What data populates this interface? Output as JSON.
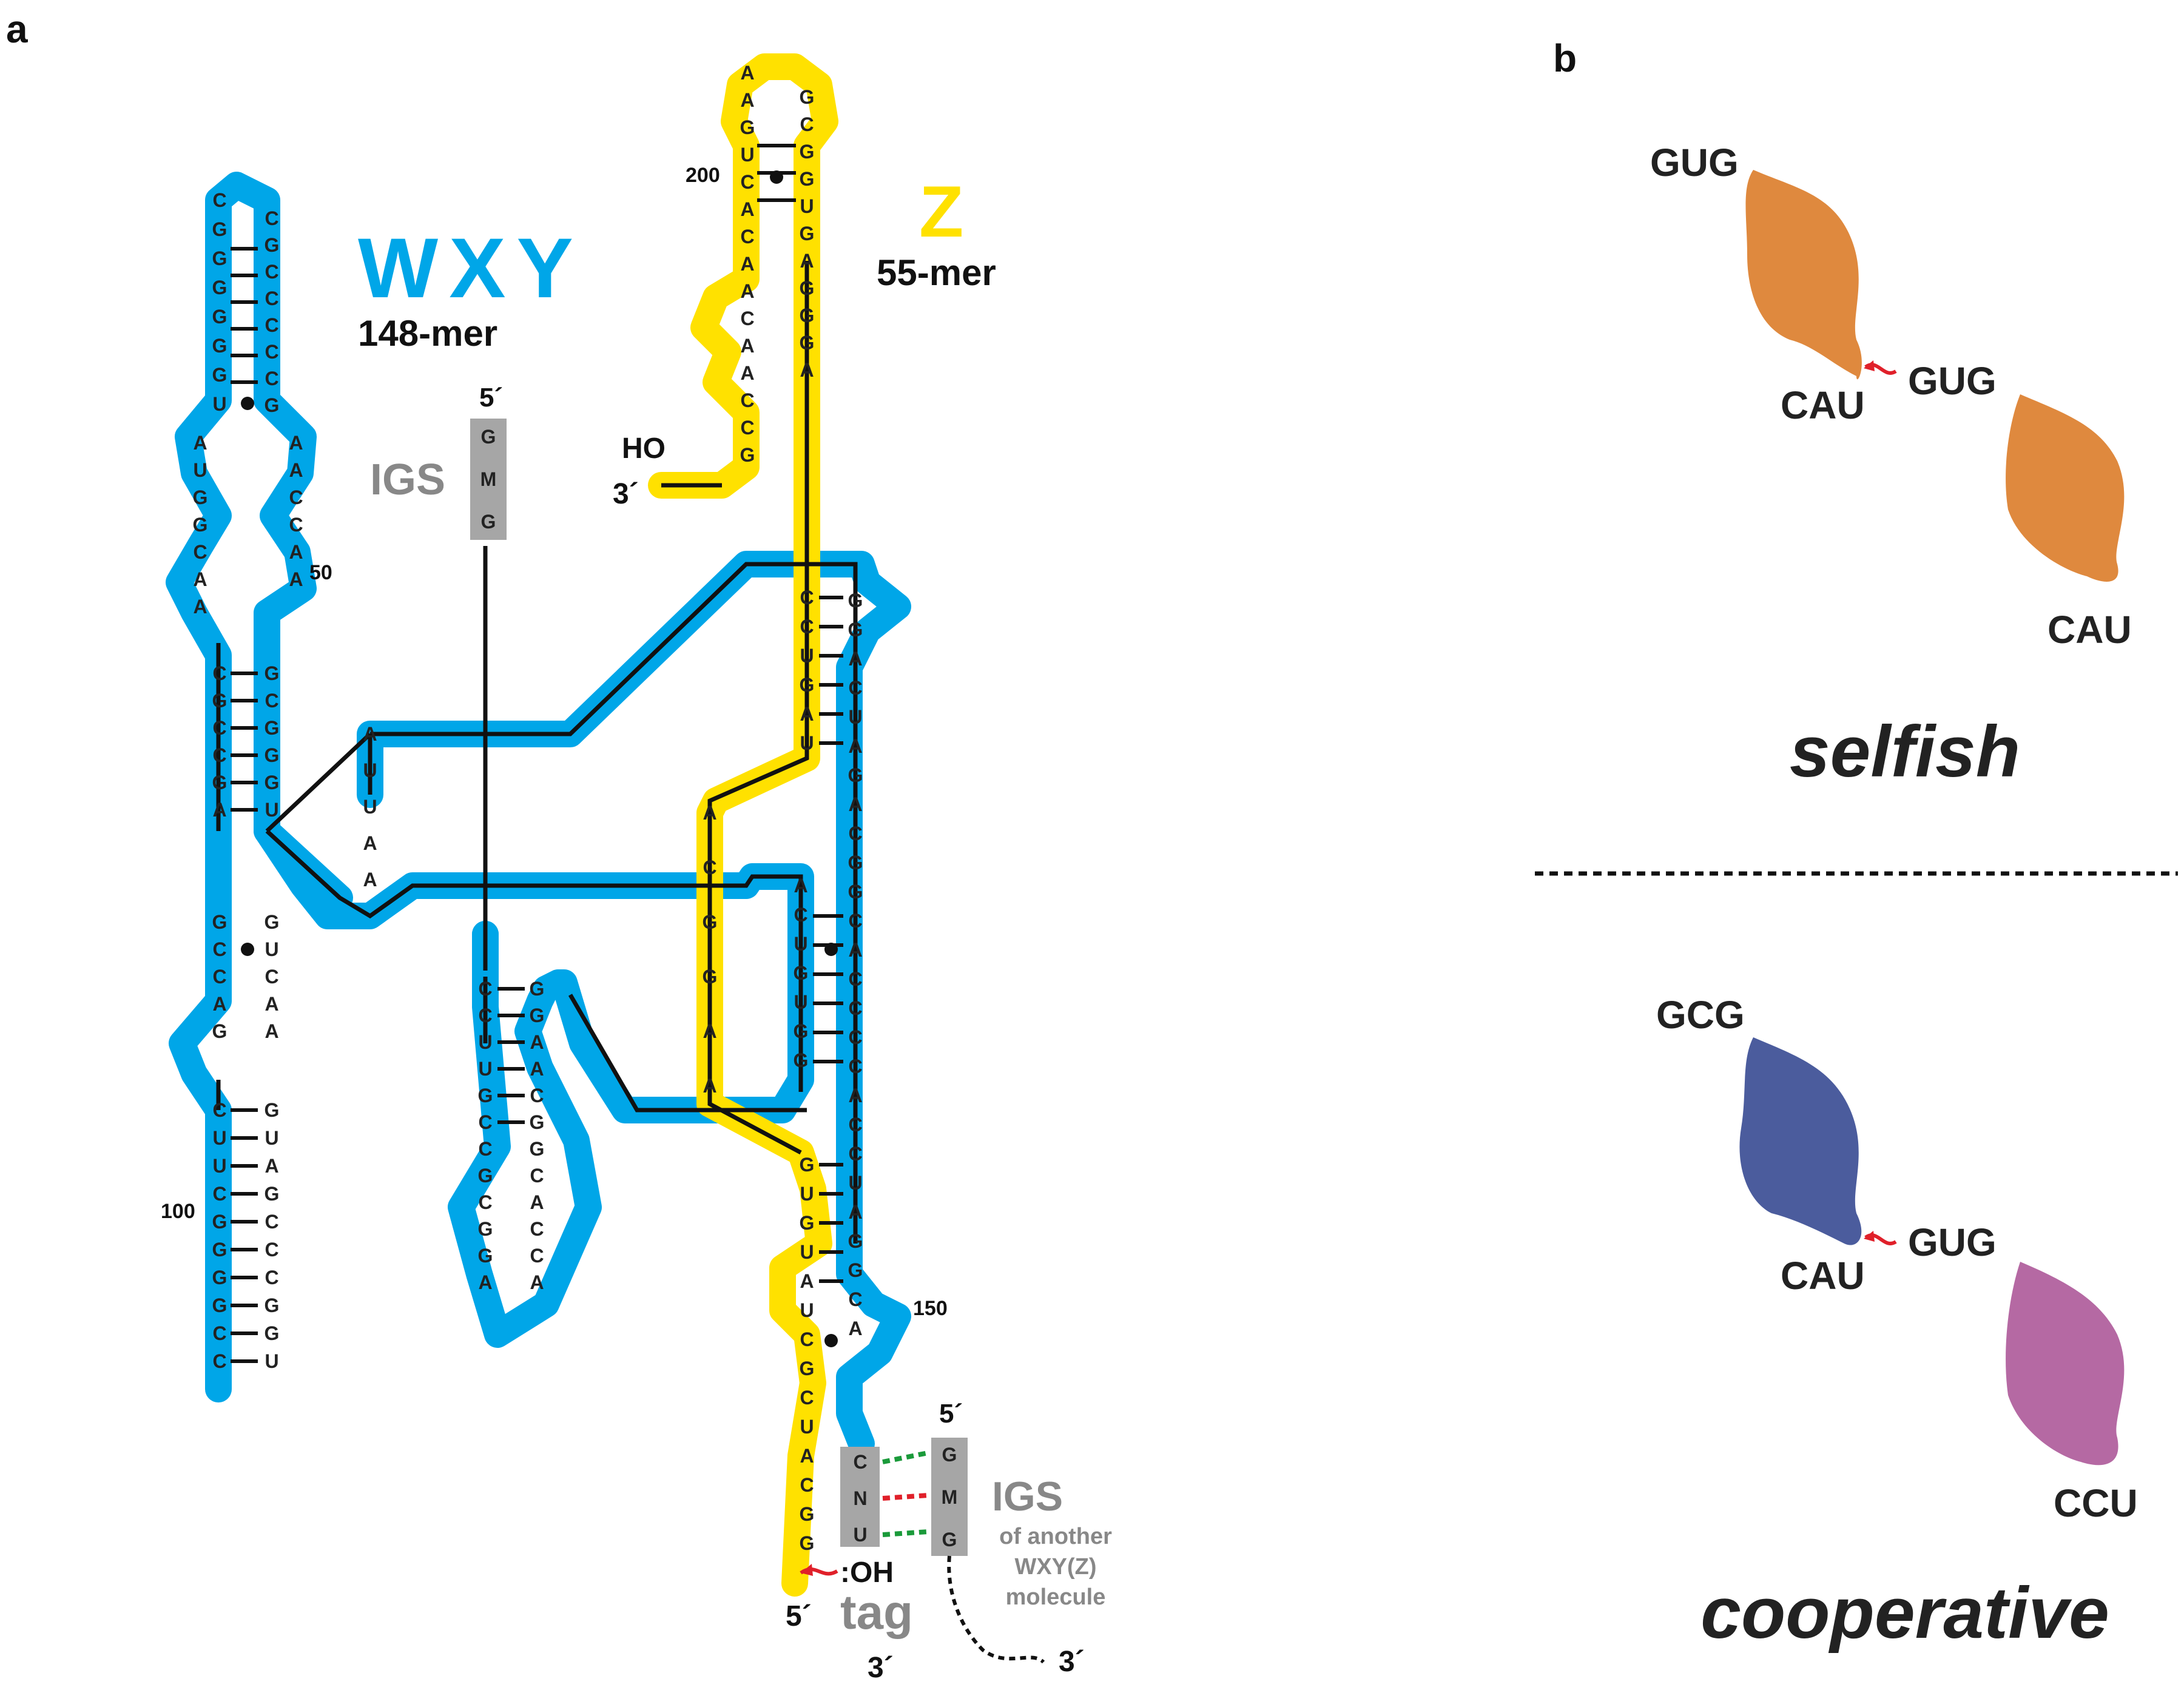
{
  "panel_a": {
    "label": "a",
    "wxy": {
      "name": "WXY",
      "length": "148-mer",
      "color": "#00a6e8"
    },
    "z": {
      "name": "Z",
      "length": "55-mer",
      "color": "#ffe100"
    },
    "igs": {
      "label": "IGS",
      "prime5": "5´",
      "nts": [
        "G",
        "M",
        "G"
      ]
    },
    "z_end": {
      "ho": "HO",
      "prime3": "3´",
      "last_nt": "G"
    },
    "numbers": {
      "n200": "200",
      "n50": "50",
      "n100": "100",
      "n150": "150"
    },
    "tag": {
      "nts": [
        "C",
        "N",
        "U"
      ],
      "oh": ":OH",
      "label": "tag",
      "prime3": "3´",
      "z_prime5": "5´"
    },
    "igs_other": {
      "prime5": "5´",
      "nts": [
        "G",
        "M",
        "G"
      ],
      "label": "IGS",
      "sublabel": [
        "of another",
        "WXY(Z)",
        "molecule"
      ],
      "prime3": "3´"
    },
    "colors": {
      "grey_box": "#a6a6a6",
      "grey_text": "#888888",
      "pair_green": "#1a9a3a",
      "pair_red": "#e0202a"
    }
  },
  "panel_b": {
    "label": "b",
    "selfish": {
      "title": "selfish",
      "mol1": {
        "top": "GUG",
        "bottom": "CAU",
        "color": "#d9741c"
      },
      "mol2": {
        "top": "GUG",
        "bottom": "CAU",
        "color": "#d9741c"
      }
    },
    "cooperative": {
      "title": "cooperative",
      "mol1": {
        "top": "GCG",
        "bottom": "CAU",
        "color": "#2b3f8c"
      },
      "mol2": {
        "top": "GUG",
        "bottom": "CCU",
        "color": "#a84f93"
      }
    },
    "arrow_color": "#e0202a"
  },
  "sequences": {
    "wxy_left_stem": [
      "C",
      "G",
      "G",
      "G",
      "G",
      "G",
      "G",
      "U"
    ],
    "wxy_left_stem_r": [
      "C",
      "G",
      "C",
      "C",
      "C",
      "C",
      "C",
      "G"
    ],
    "wxy_loop1_l": [
      "A",
      "U",
      "G",
      "G",
      "C",
      "A",
      "A"
    ],
    "wxy_loop1_r": [
      "A",
      "A",
      "C",
      "C",
      "A",
      "A"
    ],
    "wxy_stem2_l": [
      "C",
      "G",
      "C",
      "C",
      "G",
      "A"
    ],
    "wxy_stem2_r": [
      "G",
      "C",
      "G",
      "G",
      "G",
      "U"
    ],
    "wxy_mid_l": [
      "G",
      "C",
      "C",
      "A",
      "G"
    ],
    "wxy_mid_r": [
      "G",
      "U",
      "C",
      "A",
      "A"
    ],
    "wxy_stem3_l": [
      "C",
      "U",
      "U",
      "C",
      "G",
      "G",
      "G",
      "G",
      "C",
      "C"
    ],
    "wxy_stem3_r": [
      "G",
      "U",
      "A",
      "G",
      "C",
      "C",
      "C",
      "G",
      "G",
      "U"
    ],
    "hp2_l": [
      "C",
      "C",
      "U",
      "U",
      "G",
      "C",
      "C",
      "G",
      "C",
      "G",
      "G",
      "A"
    ],
    "hp2_r": [
      "G",
      "G",
      "A",
      "A",
      "C",
      "G",
      "G",
      "C",
      "A",
      "C",
      "C",
      "A"
    ],
    "z_hairpin_l": [
      "A",
      "A",
      "G",
      "U",
      "C",
      "A",
      "C",
      "A",
      "A",
      "C",
      "A",
      "A",
      "C",
      "C",
      "G"
    ],
    "z_hairpin_r": [
      "G",
      "C",
      "G",
      "G",
      "U",
      "G",
      "A",
      "G",
      "G",
      "G",
      "A"
    ],
    "z_mid": [
      "C",
      "C",
      "U",
      "G",
      "A",
      "U"
    ],
    "z_cgg": [
      "A",
      "C",
      "G",
      "G",
      "A",
      "A"
    ],
    "z_bottom": [
      "G",
      "U",
      "G",
      "U",
      "A",
      "U",
      "C",
      "G",
      "C",
      "U",
      "A",
      "C",
      "G",
      "G"
    ],
    "wxy_right": [
      "G",
      "G",
      "A",
      "C",
      "U",
      "A",
      "G",
      "A",
      "C",
      "G",
      "G",
      "C",
      "A",
      "C",
      "C",
      "C",
      "C",
      "A",
      "C",
      "C",
      "U",
      "A",
      "G",
      "G",
      "C",
      "A"
    ],
    "wxy_inner": [
      "A",
      "C",
      "U",
      "G",
      "U",
      "G",
      "G"
    ],
    "wxy_connect": [
      "A",
      "U",
      "U",
      "A",
      "A"
    ]
  }
}
